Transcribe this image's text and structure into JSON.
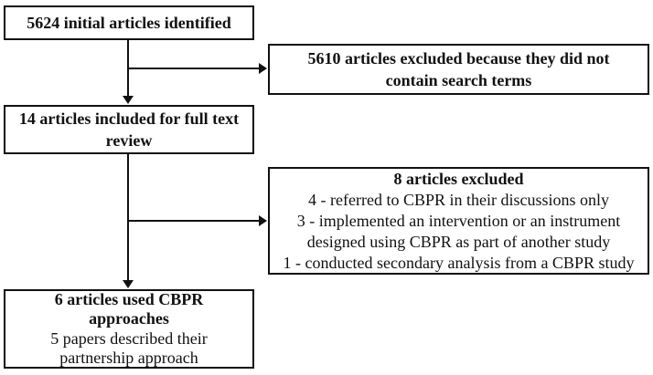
{
  "colors": {
    "text": "#111111",
    "border": "#111111",
    "background": "#ffffff"
  },
  "boxes": {
    "identified": {
      "lines": [
        "5624 initial articles identified"
      ]
    },
    "excluded_search_terms": {
      "lines": [
        "5610 articles excluded because they did not",
        "contain search terms"
      ]
    },
    "full_text_review": {
      "lines": [
        "14 articles included for full text",
        "review"
      ]
    },
    "excluded_full_text": {
      "lines": [
        "8 articles excluded",
        "4 - referred to CBPR in their discussions only",
        "3 - implemented an intervention or an instrument",
        "designed using CBPR as part of another study",
        "1 - conducted secondary analysis from a CBPR study"
      ]
    },
    "cbpr_approaches": {
      "lines": [
        "6 articles used CBPR",
        "approaches",
        "5 papers described their",
        "partnership approach"
      ]
    }
  }
}
